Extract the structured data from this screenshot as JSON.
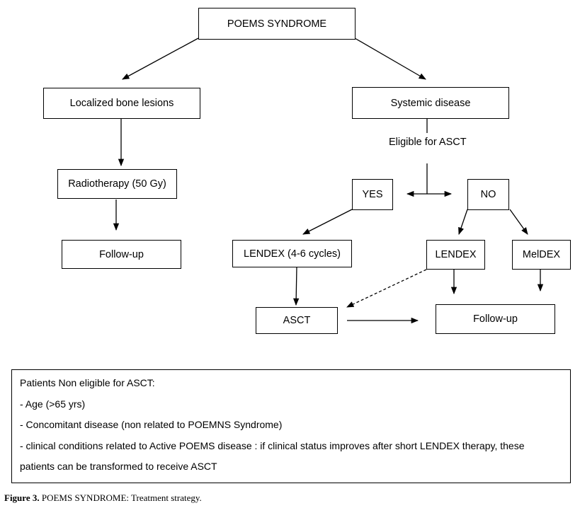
{
  "diagram": {
    "root": "POEMS SYNDROME",
    "localized": "Localized bone lesions",
    "systemic": "Systemic disease",
    "radiotherapy": "Radiotherapy (50 Gy)",
    "followup_left": "Follow-up",
    "eligible": "Eligible for ASCT",
    "yes": "YES",
    "no": "NO",
    "lendex_cycles": "LENDEX (4-6 cycles)",
    "lendex": "LENDEX",
    "meldex": "MelDEX",
    "asct": "ASCT",
    "followup_right": "Follow-up"
  },
  "notes": {
    "title": "Patients Non eligible for  ASCT:",
    "items": [
      "- Age (>65 yrs)",
      "- Concomitant disease (non related to POEMNS Syndrome)",
      "- clinical conditions related to Active POEMS disease : if clinical status improves after short LENDEX therapy,  these",
      "patients  can be transformed to receive ASCT"
    ]
  },
  "caption": {
    "label": "Figure 3.",
    "text": "POEMS SYNDROME:  Treatment strategy."
  }
}
